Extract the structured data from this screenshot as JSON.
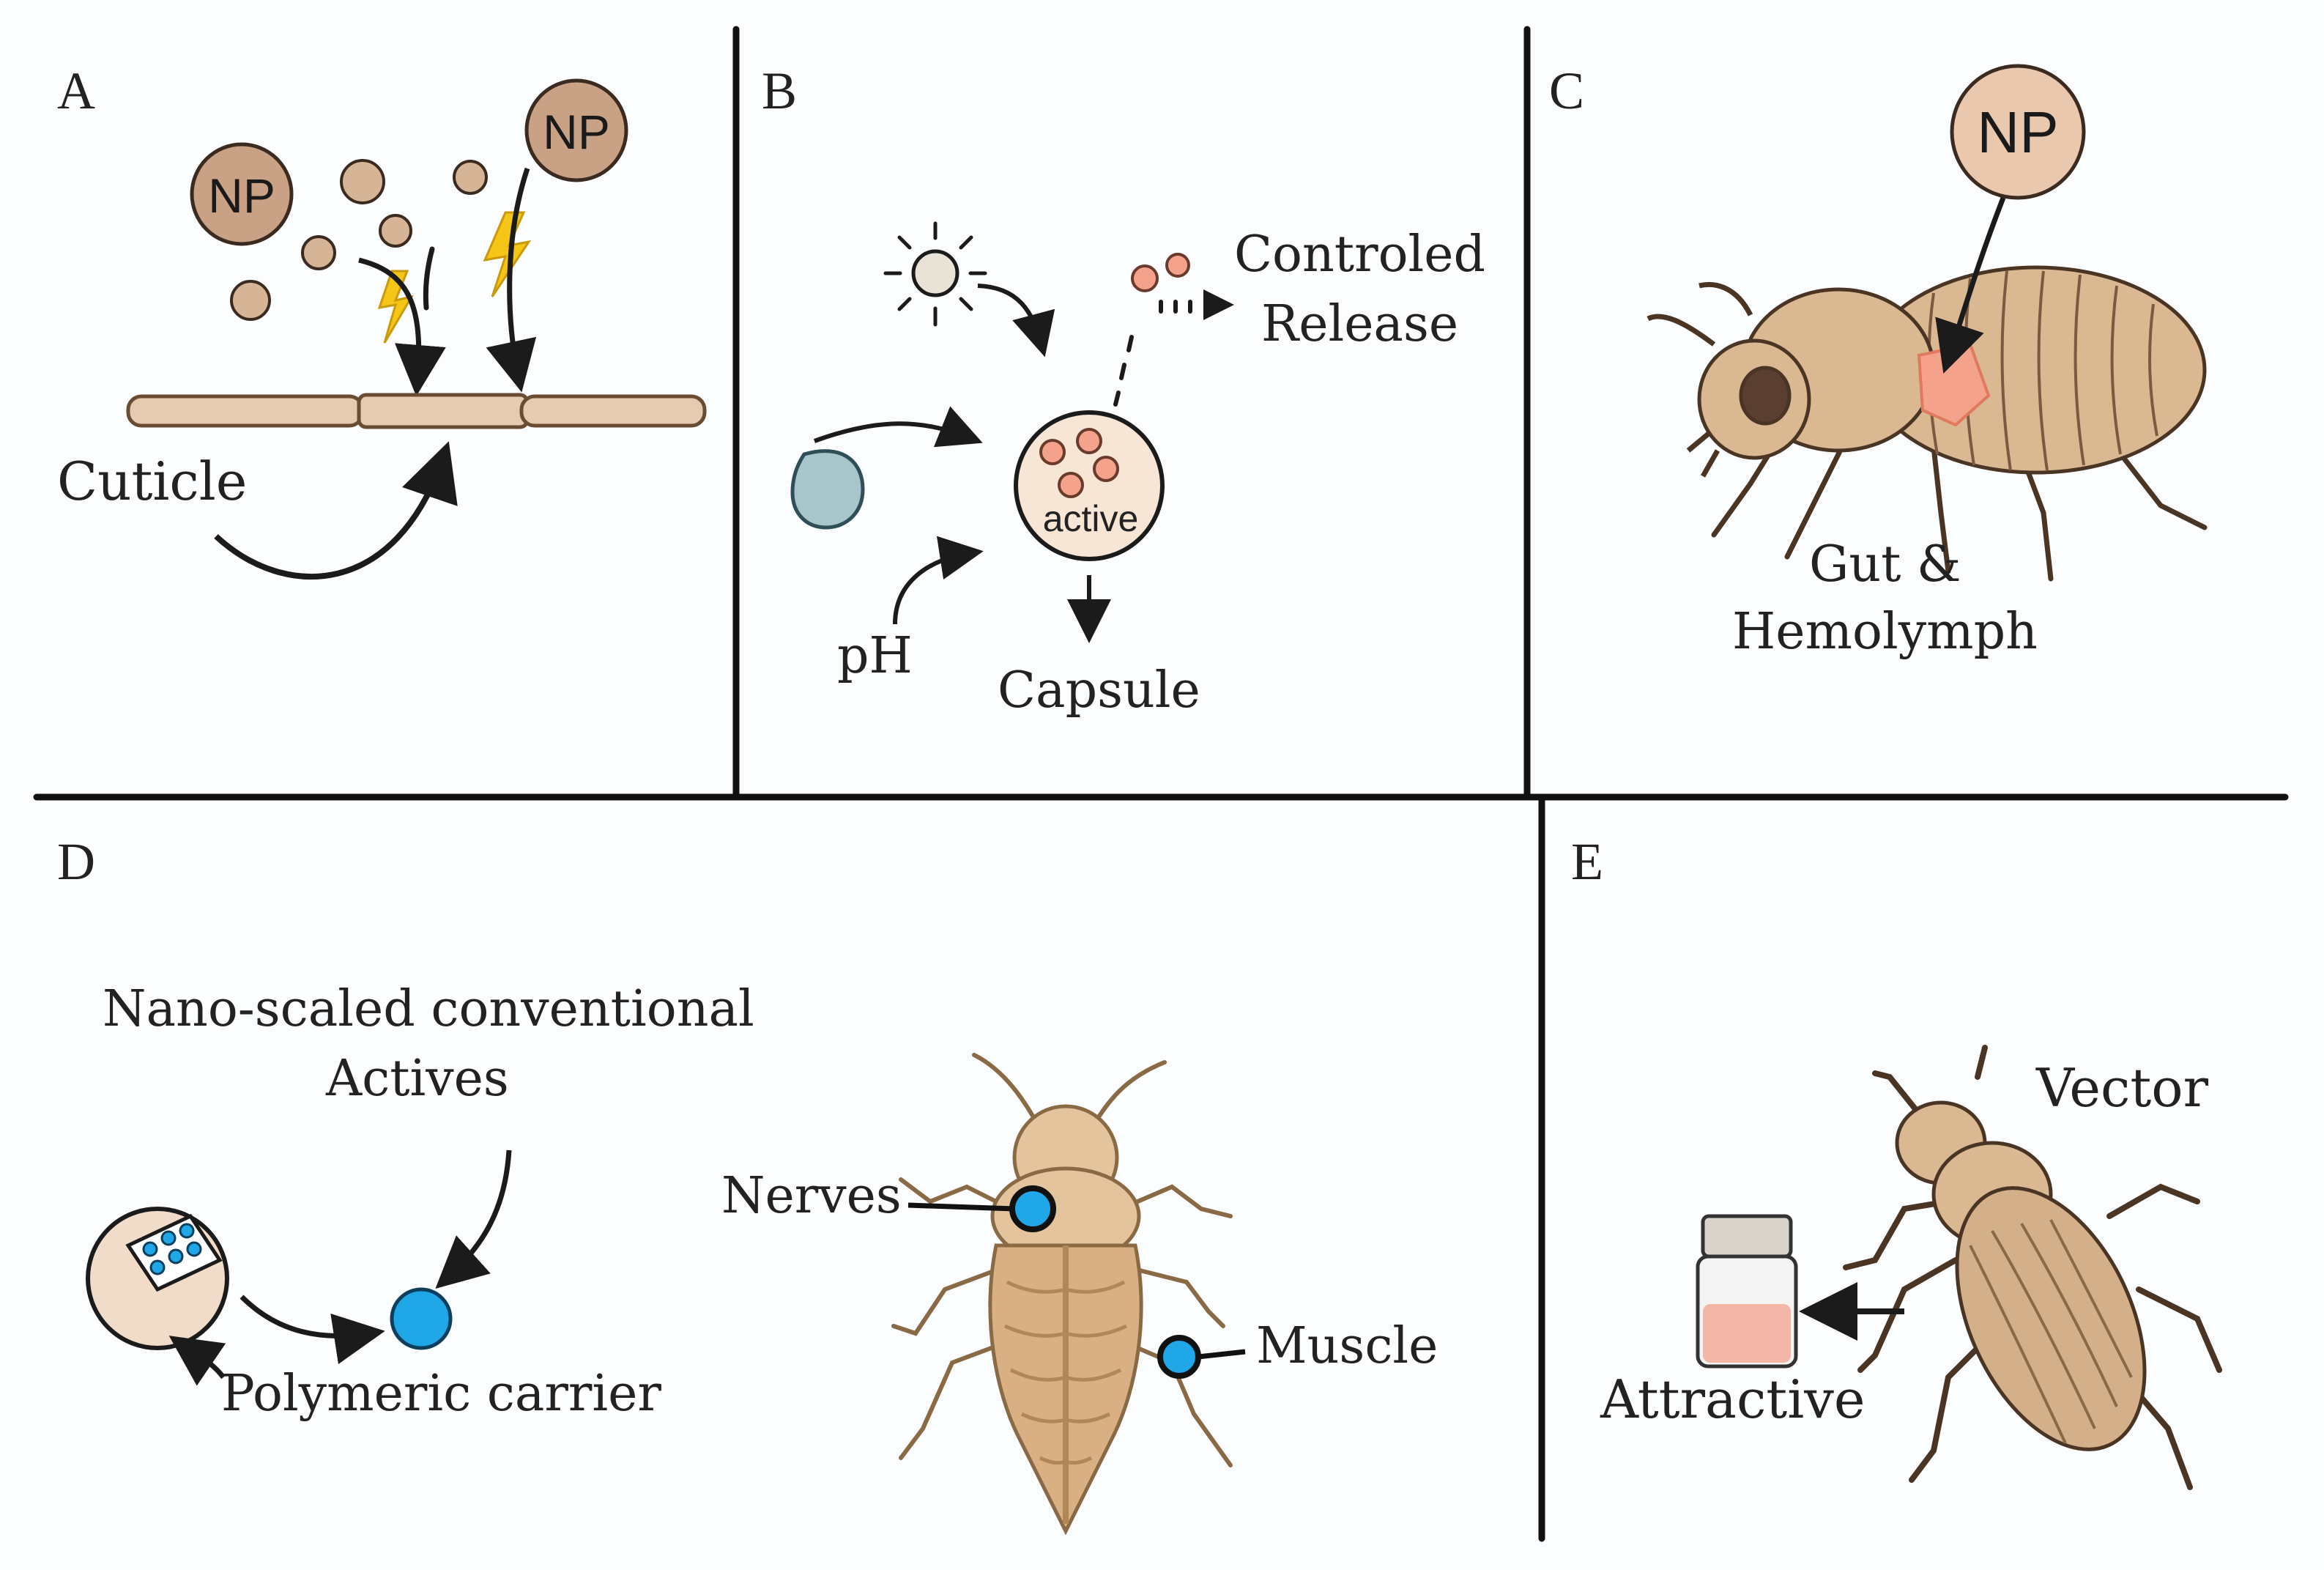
{
  "panels": {
    "a": {
      "letter": "A",
      "np_left": "NP",
      "np_right": "NP",
      "cuticle": "Cuticle"
    },
    "b": {
      "letter": "B",
      "release_line1": "Controled",
      "release_line2": "Release",
      "active": "active",
      "ph": "pH",
      "capsule": "Capsule"
    },
    "c": {
      "letter": "C",
      "np": "NP",
      "gut_line1": "Gut &",
      "gut_line2": "Hemolymph"
    },
    "d": {
      "letter": "D",
      "title_line1": "Nano-scaled conventional",
      "title_line2": "Actives",
      "carrier": "Polymeric carrier",
      "nerves": "Nerves",
      "muscle": "Muscle"
    },
    "e": {
      "letter": "E",
      "vector": "Vector",
      "attractive": "Attractive"
    }
  },
  "colors": {
    "background": "#fbfdfe",
    "nanoparticle": "#c9a184",
    "insect_body": "#d9b892",
    "active_blue": "#1fa7e8",
    "active_pink": "#f4a28c",
    "lightning": "#f5c518",
    "divider": "#111111"
  }
}
